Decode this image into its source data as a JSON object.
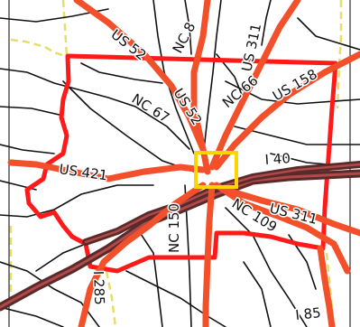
{
  "colors": {
    "background": "#ffffff",
    "county_boundary": "#ff1a1a",
    "us_highway": "#f2502a",
    "interstate_casing": "#5a2a2a",
    "interstate_core": "#b04a4a",
    "local_road": "#111111",
    "state_border_dash": "#e6dd6a",
    "downtown_box": "#ffd400"
  },
  "labels": {
    "us52_nw": "US 52",
    "nc8": "NC 8",
    "us311_ne": "US 311",
    "us158": "US 158",
    "nc67": "NC 67",
    "us52_center": "US 52",
    "nc66": "NC 66",
    "i40": "I 40",
    "us421": "US 421",
    "nc150": "NC 150",
    "nc109": "NC 109",
    "us311_e": "US 311",
    "i285": "I 285",
    "i85": "I 85"
  }
}
